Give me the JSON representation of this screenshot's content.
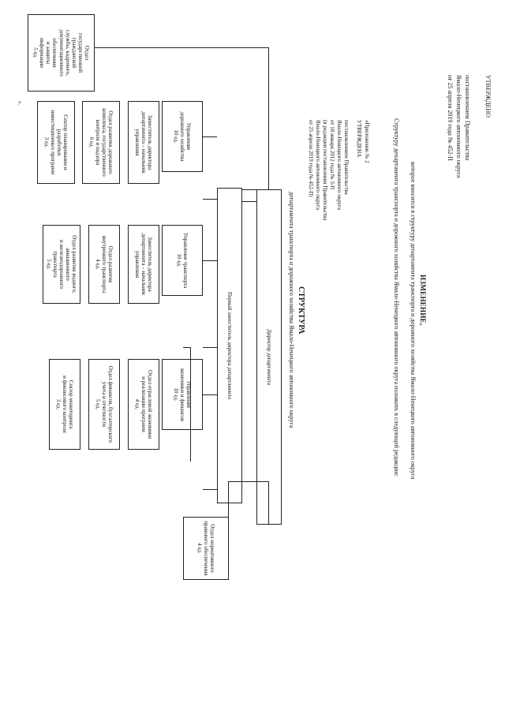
{
  "stamp": "УТВЕРЖДЕНО",
  "stamp_lines": [
    "постановлением Правительства",
    "Ямало-Ненецкого автономного округа",
    "от 25 апреля 2019 года № 452-П"
  ],
  "change": {
    "title": "ИЗМЕНЕНИЕ,",
    "subtitle": "которое вносится в структуру департамента транспорта и дорожного хозяйства Ямало-Ненецкого автономного округа",
    "body": "Структуру департамента транспорта и дорожного хозяйства Ямало-Ненецкого автономного округа изложить в следующей редакции:"
  },
  "appendix": {
    "lines": [
      "«Приложение № 2",
      "УТВЕРЖДЕНА",
      "постановлением Правительства",
      "Ямало-Ненецкого автономного округа",
      "от 18 января 2012 года № 3-П",
      "(в редакции постановления Правительства",
      "Ямало-Ненецкого автономного округа",
      "от 25 апреля 2019 года № 452-П)"
    ]
  },
  "structure": {
    "title": "СТРУКТУРА",
    "subtitle": "департамента транспорта и дорожного хозяйства Ямало-Ненецкого автономного округа"
  },
  "org": {
    "director": "Директор департамента",
    "first_deputy": "Первый заместитель директора департамента",
    "legal": "Отдел нормативного\nправового обеспечения\n4 ед.",
    "gov_service": "Отдел\nгосударственной\nгражданской\nслужбы, кадрового,\nдокументационного\nобеспечения\nи защиты\nинформации\n5 ед.",
    "economics": "Управление\nэкономики и финансов\n10 ед.",
    "economics_children": [
      "Отдел отраслевой экономики\nи реализации программ\n4 ед.",
      "Отдел финансов, бухгалтерского\nучета и отчетности\n5 ед.",
      "Сектор мониторинга\nи финансового контроля\n3 ед."
    ],
    "transport": "Управление транспорта\n10 ед.",
    "transport_children": [
      "Заместитель директора\nдепартамента – начальник\nуправления",
      "Отдел развития\nвнутреннего транспорта\n4 ед.",
      "Отдел развития водного,\nавиационного\nи железнодорожного транспорта\n5 ед."
    ],
    "roads": "Управление\nдорожного хозяйства\n10 ед.",
    "roads_children": [
      "Заместитель директора\nдепартамента – начальник\nуправления",
      "Отдел развития дорожного\nкомплекса, государственного\nконтроля и надзора\n6 ед.",
      "Сектор планирования и\nразработки\nинвестиционных программ\n3 ед."
    ]
  },
  "page_mark": "»."
}
